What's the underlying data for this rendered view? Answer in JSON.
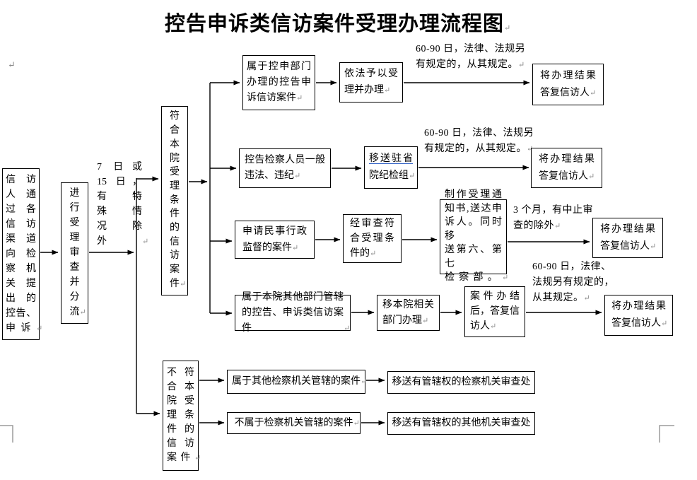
{
  "page": {
    "title": "控告申诉类信访案件受理办理流程图",
    "pilcrow": "↵"
  },
  "flow": {
    "source": "信访\n人通\n过各\n信访\n渠道\n向检\n察机\n关提\n出的\n控告、\n申诉",
    "review": "进\n行\n受\n理\n审\n查\n并\n分\n流",
    "time_limit": "7 日或\n15 日，\n有 特\n殊 情\n况 除\n外",
    "qualify": "符\n合\n本\n院\n受\n理\n条\n件\n的\n信\n访\n案\n件",
    "disqualify": "不符\n合本\n院受\n理条\n件的\n信访\n案件",
    "branch1": {
      "case": "属于控申部门办理的控告申诉信访案件",
      "handle": "依法予以受理并办理",
      "deadline": "60-90 日，法律、法规另\n有规定的，从其规定。",
      "reply": "将办理结果答复信访人"
    },
    "branch2": {
      "case": "控告检察人员一般违法、违纪",
      "transfer_link": "移送驻省",
      "transfer_rest": "院纪检组",
      "deadline": "60-90 日，法律、法规另\n有规定的，从其规定。",
      "reply": "将办理结果答复信访人"
    },
    "branch3": {
      "case": "申请民事行政监督的案件",
      "check": "经审查符合受理条件的",
      "notice": "制作受理通\n知书,送达申\n诉人。同时移\n送第六、第七\n检察部。",
      "deadline": "3 个月，有中止审\n查的除外",
      "reply": "将办理结果答复信访人"
    },
    "branch4": {
      "case": "属于本院其他部门管辖\n的控告、申诉类信访案件",
      "transfer": "移本院相关部门办理",
      "done": "案件办结后，答复信访人",
      "deadline": "60-90 日，法律、\n法规另有规定的，\n从其规定。",
      "reply": "将办理结果答复信访人"
    },
    "reject1": {
      "case": "属于其他检察机关管辖的案件",
      "transfer": "移送有管辖权的检察机关审查处"
    },
    "reject2": {
      "case": "不属于检察机关管辖的案件",
      "transfer": "移送有管辖权的其他机关审查处"
    }
  },
  "colors": {
    "box_border": "#000000",
    "arrow": "#000000",
    "link_underline": "#2f5fc4",
    "mark_gray": "#909090"
  }
}
